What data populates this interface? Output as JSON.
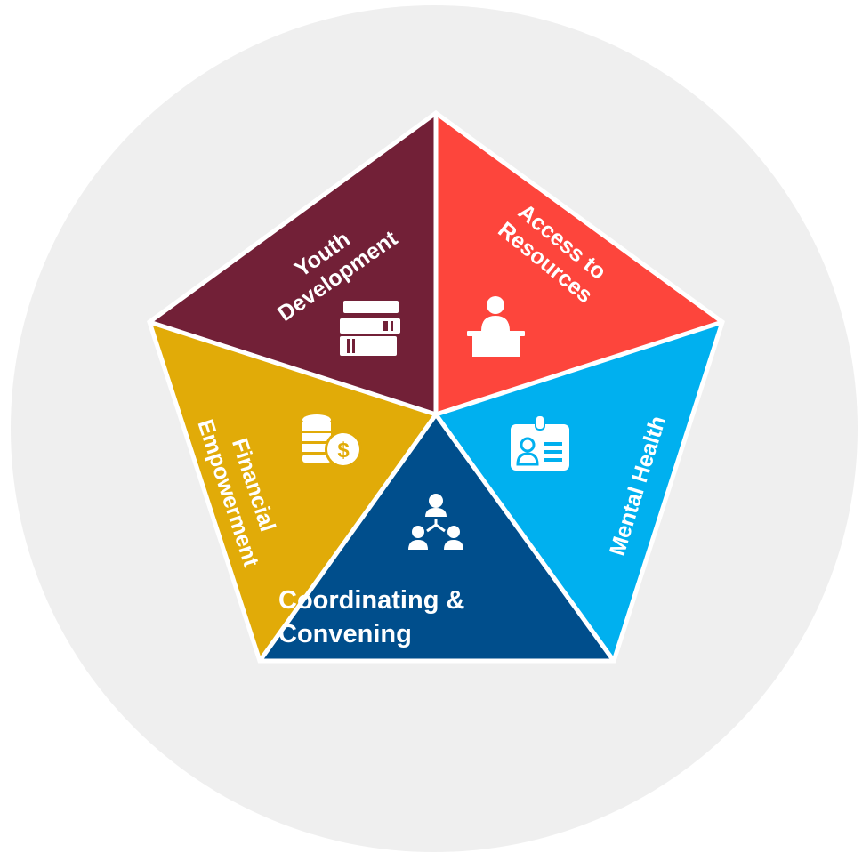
{
  "colors": {
    "background_circle": "#efefef",
    "divider": "#ffffff",
    "youth_development": "#722037",
    "access_to_resources": "#fd453c",
    "mental_health": "#00b0ef",
    "coordinating_convening": "#004e8c",
    "financial_empowerment": "#e1ab08",
    "icon": "#ffffff"
  },
  "segments": {
    "youth_development": {
      "line1": "Youth",
      "line2": "Development",
      "icon": "books-icon"
    },
    "access_to_resources": {
      "line1": "Access to",
      "line2": "Resources",
      "icon": "reception-desk-icon"
    },
    "mental_health": {
      "line1": "Mental Health",
      "icon": "id-badge-icon"
    },
    "coordinating_convening": {
      "line1": "Coordinating &",
      "line2": "Convening",
      "icon": "team-network-icon"
    },
    "financial_empowerment": {
      "line1": "Financial",
      "line2": "Empowerment",
      "icon": "coins-dollar-icon"
    }
  }
}
